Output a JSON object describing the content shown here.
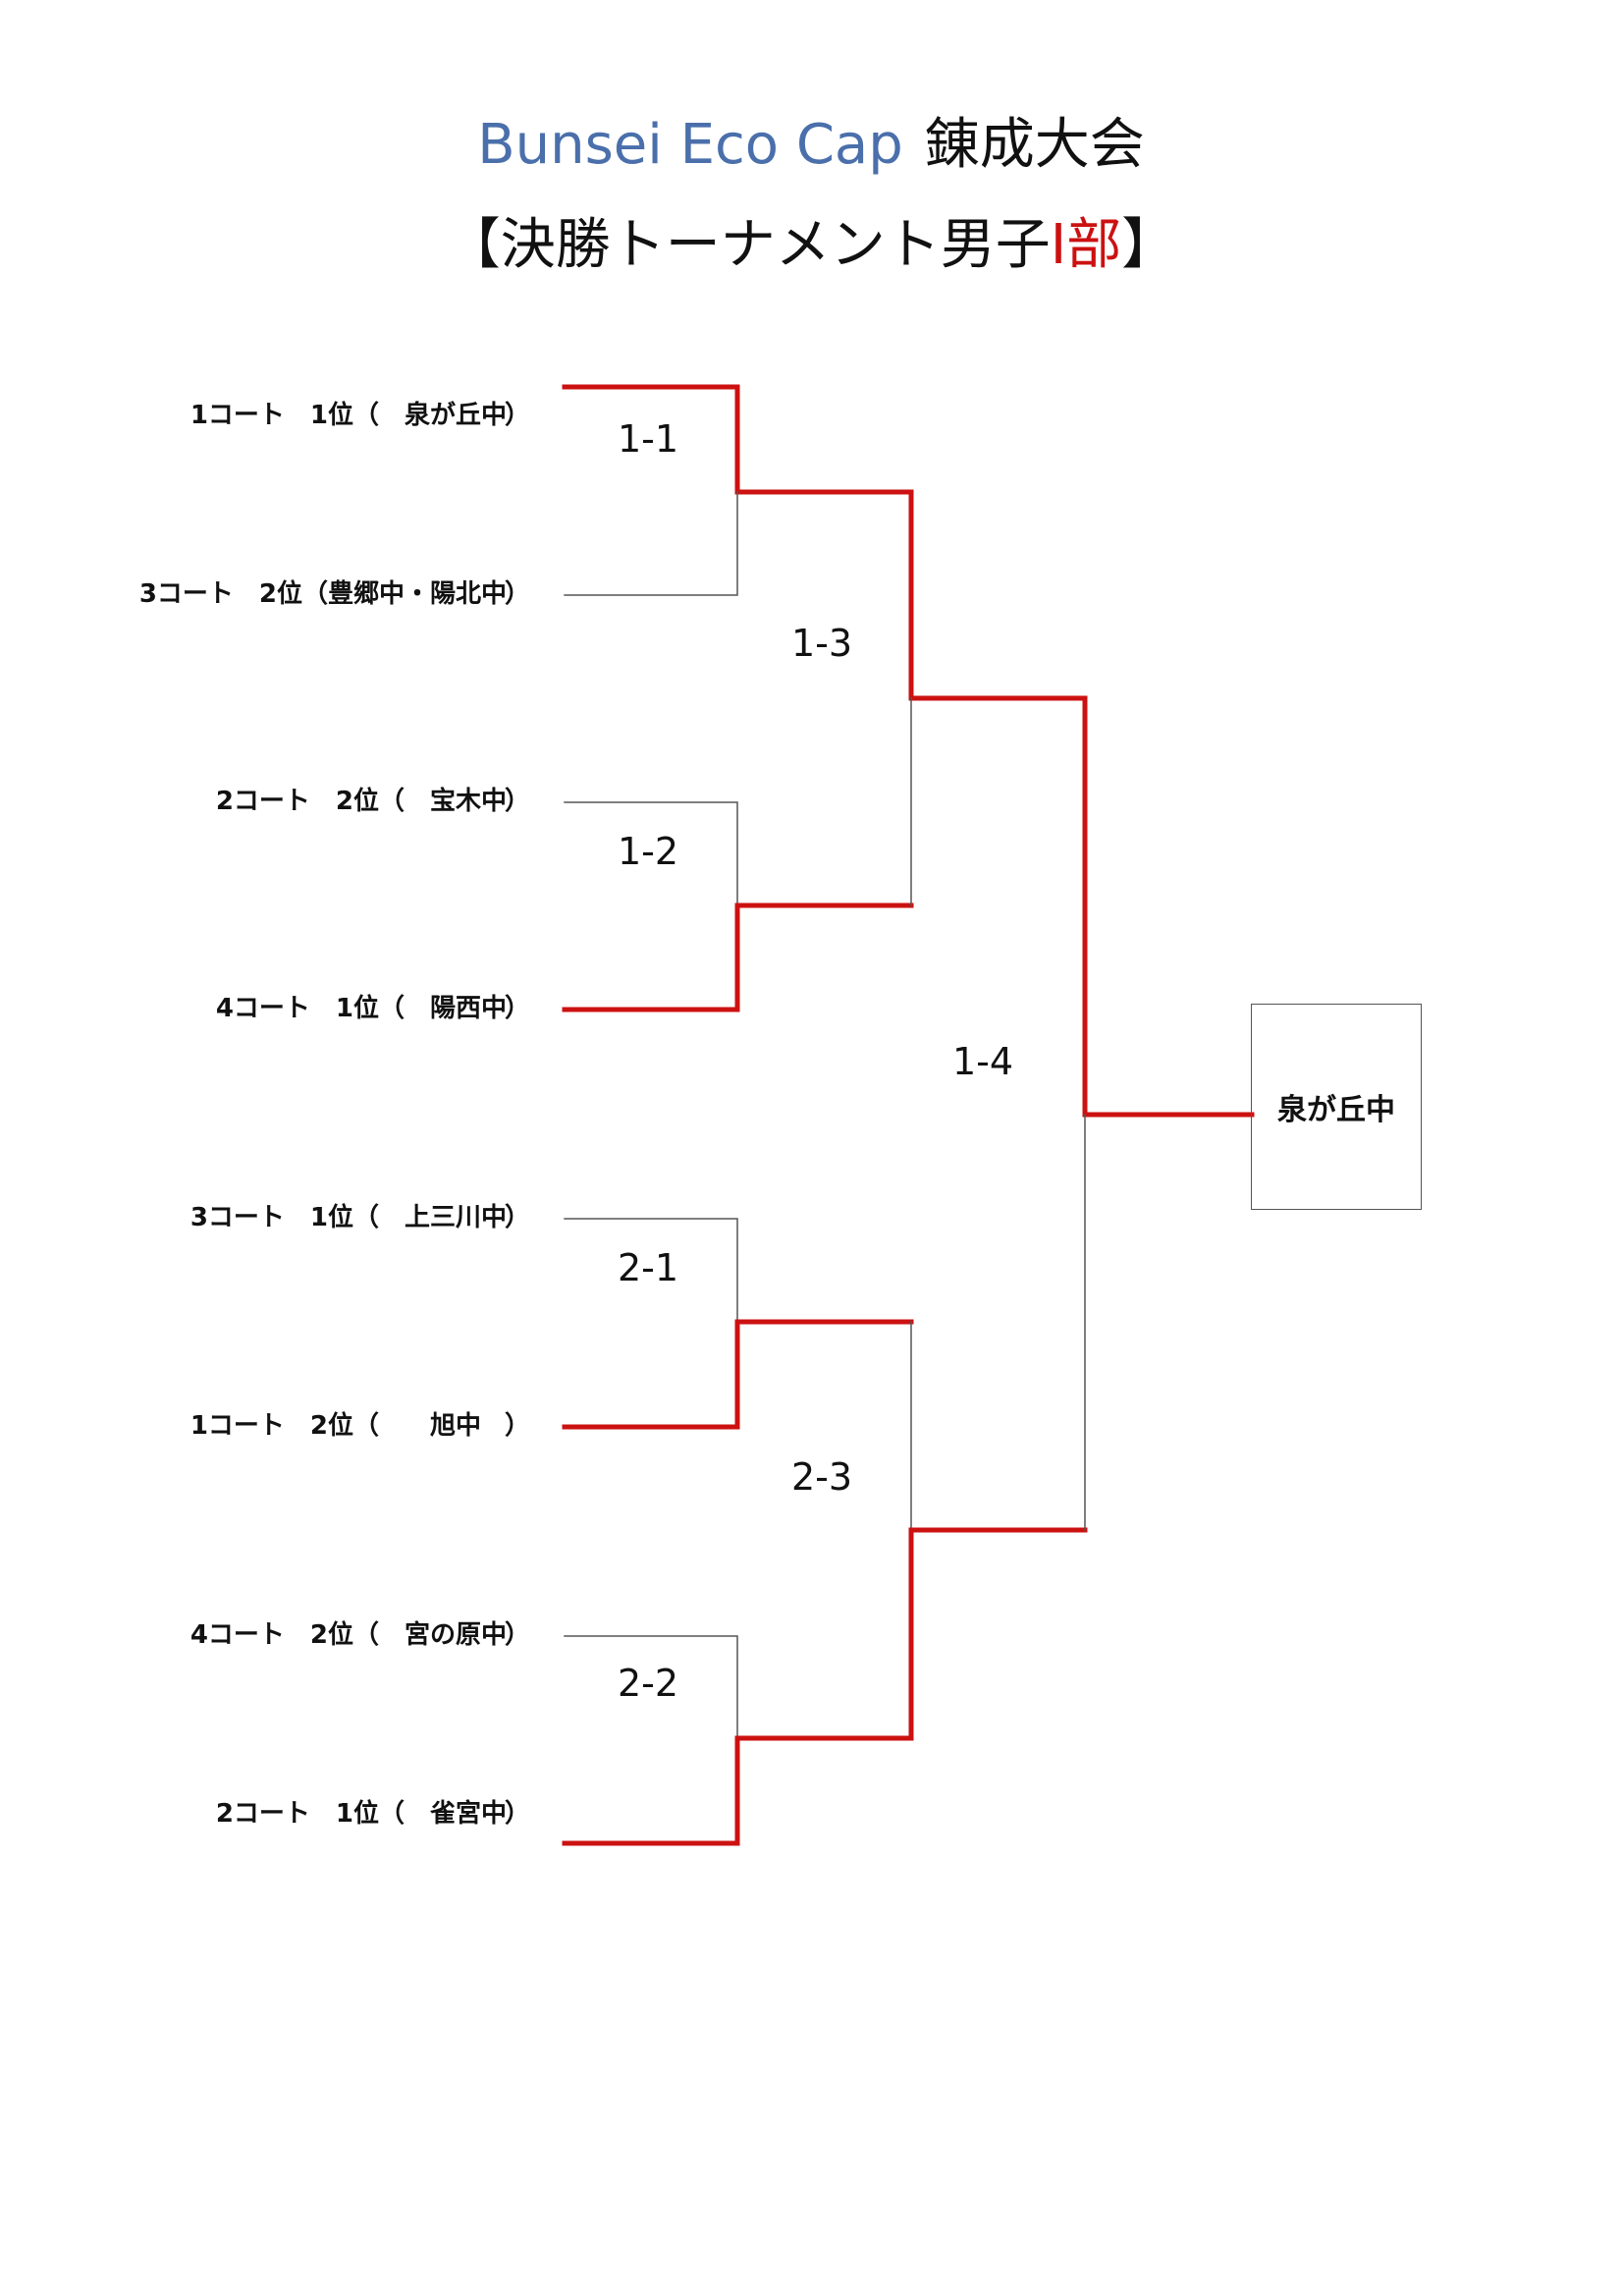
{
  "header": {
    "title_en": "Bunsei Eco Cap",
    "title_jp": "錬成大会",
    "subtitle_pre": "【決勝トーナメント男子",
    "subtitle_accent": "Ⅰ部",
    "subtitle_post": "】"
  },
  "teams": [
    {
      "main": "1コート　1位（　泉が丘中",
      "close": "）"
    },
    {
      "main": "3コート　2位（豊郷中・陽北中",
      "close": "）"
    },
    {
      "main": "2コート　2位（　宝木中",
      "close": "）"
    },
    {
      "main": "4コート　1位（　陽西中",
      "close": "）"
    },
    {
      "main": "3コート　1位（　上三川中",
      "close": "）"
    },
    {
      "main": "1コート　2位（　　旭中　",
      "close": "）"
    },
    {
      "main": "4コート　2位（　宮の原中",
      "close": "）"
    },
    {
      "main": "2コート　1位（　雀宮中",
      "close": "）"
    }
  ],
  "matches": {
    "m1_1": "1-1",
    "m1_2": "1-2",
    "m1_3": "1-3",
    "m1_4": "1-4",
    "m2_1": "2-1",
    "m2_2": "2-2",
    "m2_3": "2-3"
  },
  "winner": "泉が丘中",
  "colors": {
    "winning_path": "#cc1111",
    "losing_path": "#555555",
    "title_en": "#4a6fab"
  }
}
